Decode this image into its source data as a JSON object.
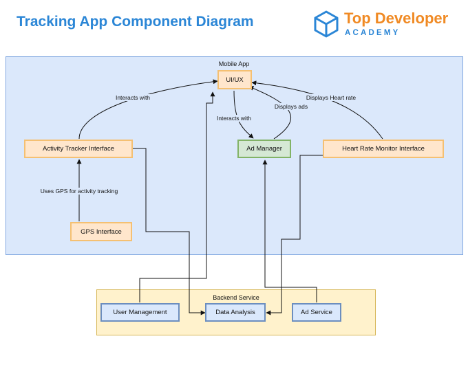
{
  "header": {
    "title": "Tracking App Component Diagram",
    "brand": {
      "name": "Top Developer",
      "subtitle": "ACADEMY",
      "logo_icon": "cube-icon"
    }
  },
  "colors": {
    "title": "#2b86d6",
    "brand_name": "#f08a24",
    "mobile_region_fill": "#dbe8fb",
    "backend_region_fill": "#fff2cc",
    "orange_node_fill": "#ffe6cc",
    "green_node_fill": "#d5e8d4",
    "blue_node_fill": "#dae8fc"
  },
  "regions": {
    "mobile_app": {
      "label": "Mobile App"
    },
    "backend_service": {
      "label": "Backend Service"
    }
  },
  "nodes": {
    "ui_ux": "UI/UX",
    "activity_tracker": "Activity Tracker Interface",
    "ad_manager": "Ad Manager",
    "heart_rate_monitor": "Heart Rate Monitor Interface",
    "gps_interface": "GPS Interface",
    "user_management": "User Management",
    "data_analysis": "Data Analysis",
    "ad_service": "Ad Service"
  },
  "edge_labels": {
    "tracker_to_uiux": "Interacts with",
    "uiux_to_ad_manager": "Interacts with",
    "ad_manager_to_uiux": "Displays ads",
    "heart_rate_to_uiux": "Displays Heart rate",
    "gps_to_tracker": "Uses GPS for activity tracking"
  }
}
